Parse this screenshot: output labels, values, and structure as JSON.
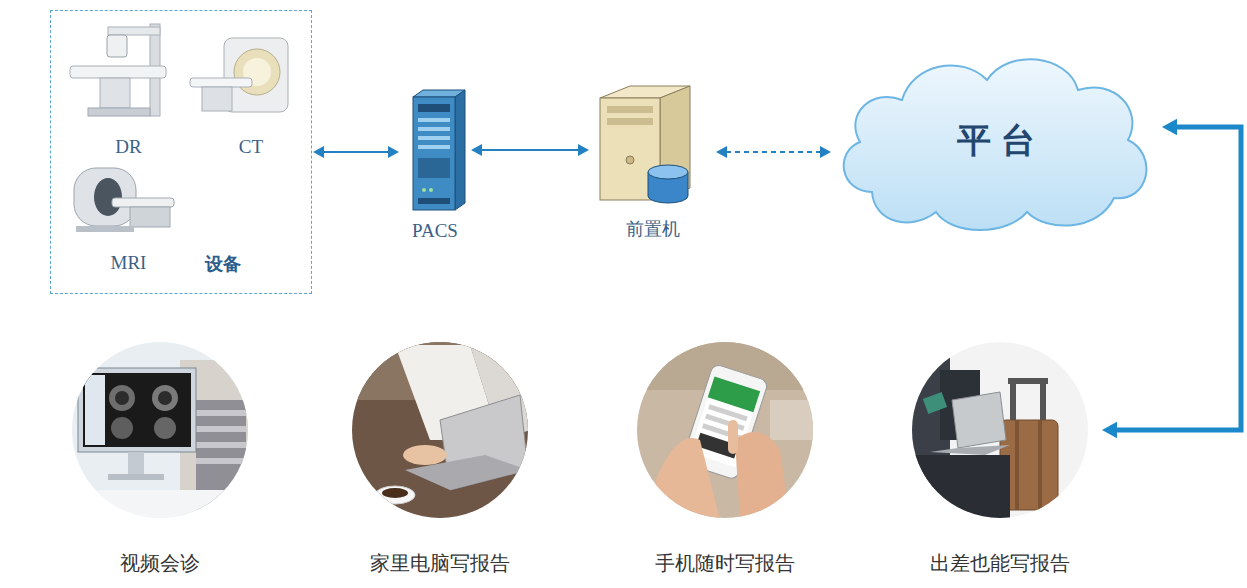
{
  "diagram": {
    "nodes": [
      {
        "text": [
          "设备"
        ]
      },
      {
        "text": [
          "DR"
        ],
        "in": 0
      },
      {
        "text": [
          "CT"
        ],
        "in": 0
      },
      {
        "text": [
          "MRI"
        ],
        "in": 0
      },
      {
        "text": [
          "PACS"
        ]
      },
      {
        "text": [
          "前置机"
        ]
      },
      {
        "text": [
          "平台"
        ]
      },
      {
        "text": [
          "视频会诊"
        ]
      },
      {
        "text": [
          "家里电脑写报告"
        ]
      },
      {
        "text": [
          "手机随时写报告"
        ]
      },
      {
        "text": [
          "出差也能写报告"
        ]
      }
    ],
    "edges": [
      {
        "from": 0,
        "to": 4,
        "arrow": "both"
      },
      {
        "from": 4,
        "to": 5,
        "arrow": "both"
      },
      {
        "from": 5,
        "to": 6,
        "arrow": "both"
      },
      {
        "from": 10,
        "to": 6,
        "arrow": "both"
      }
    ]
  }
}
